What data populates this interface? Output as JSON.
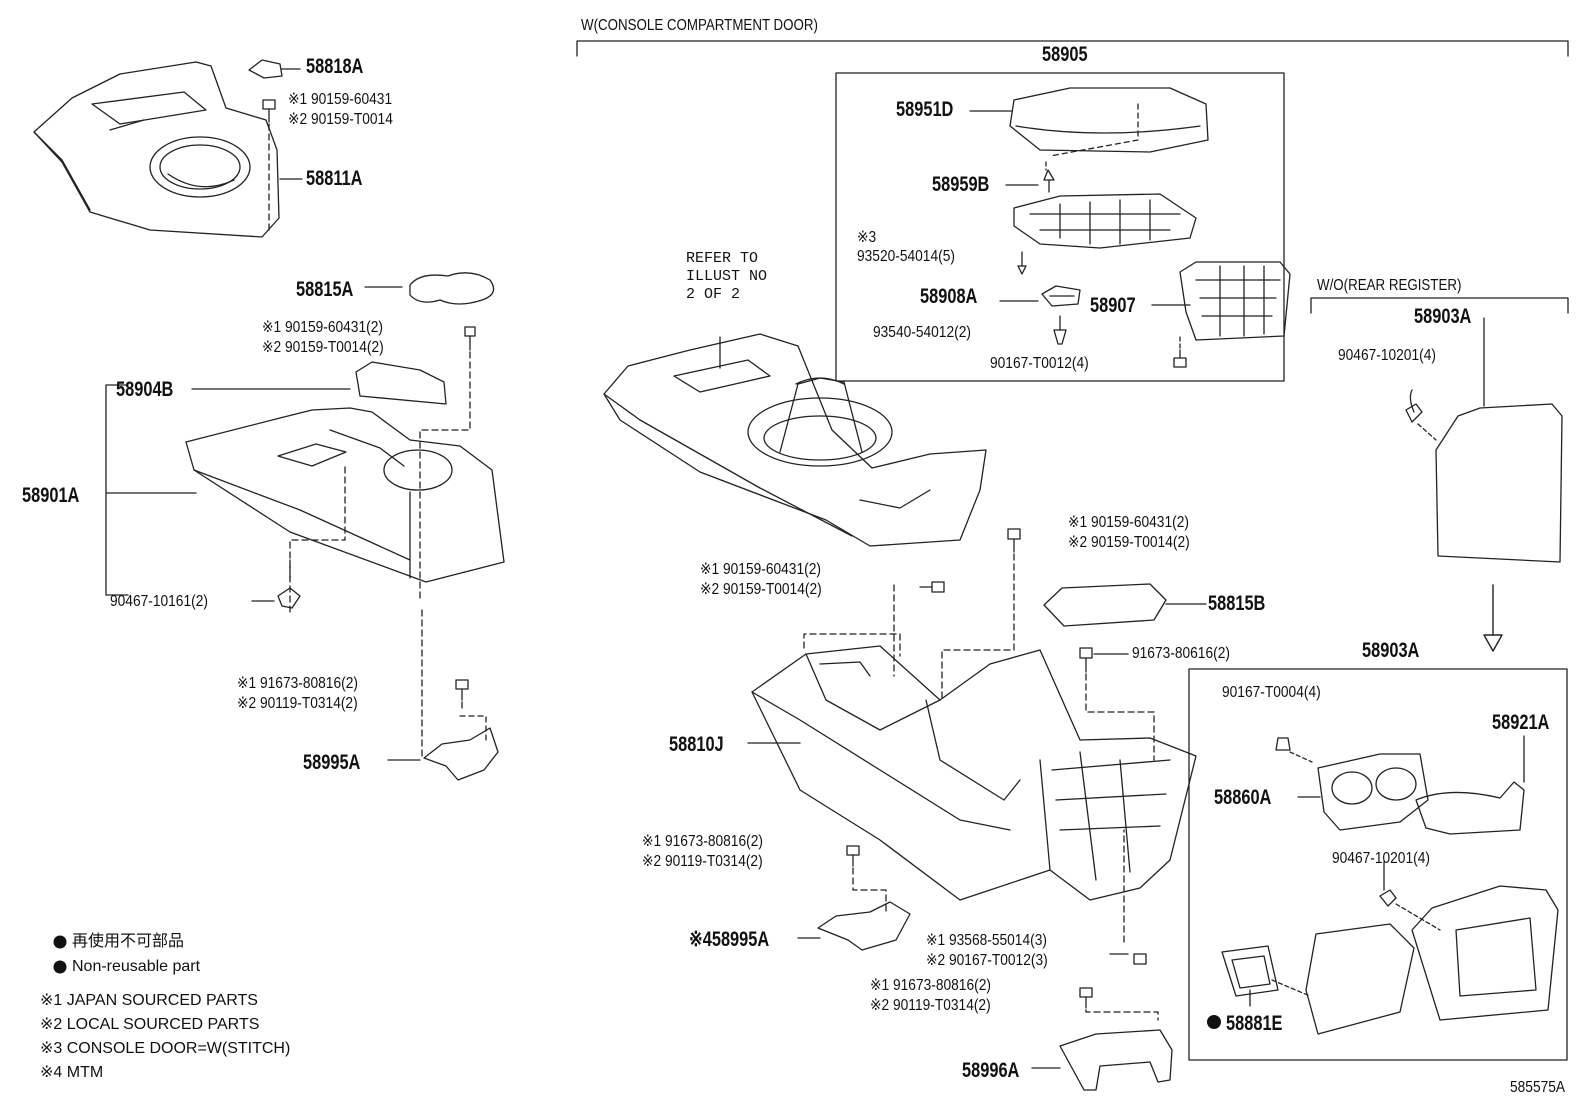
{
  "groups": {
    "w_console_door": "W(CONSOLE COMPARTMENT DOOR)",
    "wo_rear_register": "W/O(REAR REGISTER)",
    "refer": [
      "REFER TO",
      "ILLUST NO",
      "2 OF 2"
    ]
  },
  "parts": {
    "p58818A": "58818A",
    "p58811A": "58811A",
    "p58815A": "58815A",
    "p58904B": "58904B",
    "p58901A": "58901A",
    "p58995A_left": "58995A",
    "p58905": "58905",
    "p58951D": "58951D",
    "p58959B": "58959B",
    "p58908A": "58908A",
    "p58907": "58907",
    "p58903A_top": "58903A",
    "p58815B": "58815B",
    "p58810J": "58810J",
    "p58995A_mid": "※458995A",
    "p58996A": "58996A",
    "p58903A_bottom": "58903A",
    "p58921A": "58921A",
    "p58860A": "58860A",
    "p58881E": "58881E"
  },
  "fasteners": {
    "tl_1": "※1 90159-60431",
    "tl_2": "※2 90159-T0014",
    "l2_1": "※1 90159-60431(2)",
    "l2_2": "※2 90159-T0014(2)",
    "l_clip": "90467-10161(2)",
    "l3_1": "※1 91673-80816(2)",
    "l3_2": "※2 90119-T0314(2)",
    "box_3": "※3",
    "box_screw1": "93520-54014(5)",
    "box_screw2": "93540-54012(2)",
    "box_bolt": "90167-T0012(4)",
    "r_clip_top": "90467-10201(4)",
    "m1_1": "※1 90159-60431(2)",
    "m1_2": "※2 90159-T0014(2)",
    "c1_1": "※1 90159-60431(2)",
    "c1_2": "※2 90159-T0014(2)",
    "m_bolt": "91673-80616(2)",
    "m3_1": "※1 91673-80816(2)",
    "m3_2": "※2 90119-T0314(2)",
    "b1_1": "※1 93568-55014(3)",
    "b1_2": "※2 90167-T0012(3)",
    "b2_1": "※1 91673-80816(2)",
    "b2_2": "※2 90119-T0314(2)",
    "r_bolt": "90167-T0004(4)",
    "r_clip_bottom": "90467-10201(4)"
  },
  "legend": {
    "jp": "再使用不可部品",
    "en": "Non-reusable part",
    "n1": "※1 JAPAN SOURCED PARTS",
    "n2": "※2 LOCAL SOURCED PARTS",
    "n3": "※3 CONSOLE DOOR=W(STITCH)",
    "n4": "※4 MTM"
  },
  "figure_id": "585575A"
}
